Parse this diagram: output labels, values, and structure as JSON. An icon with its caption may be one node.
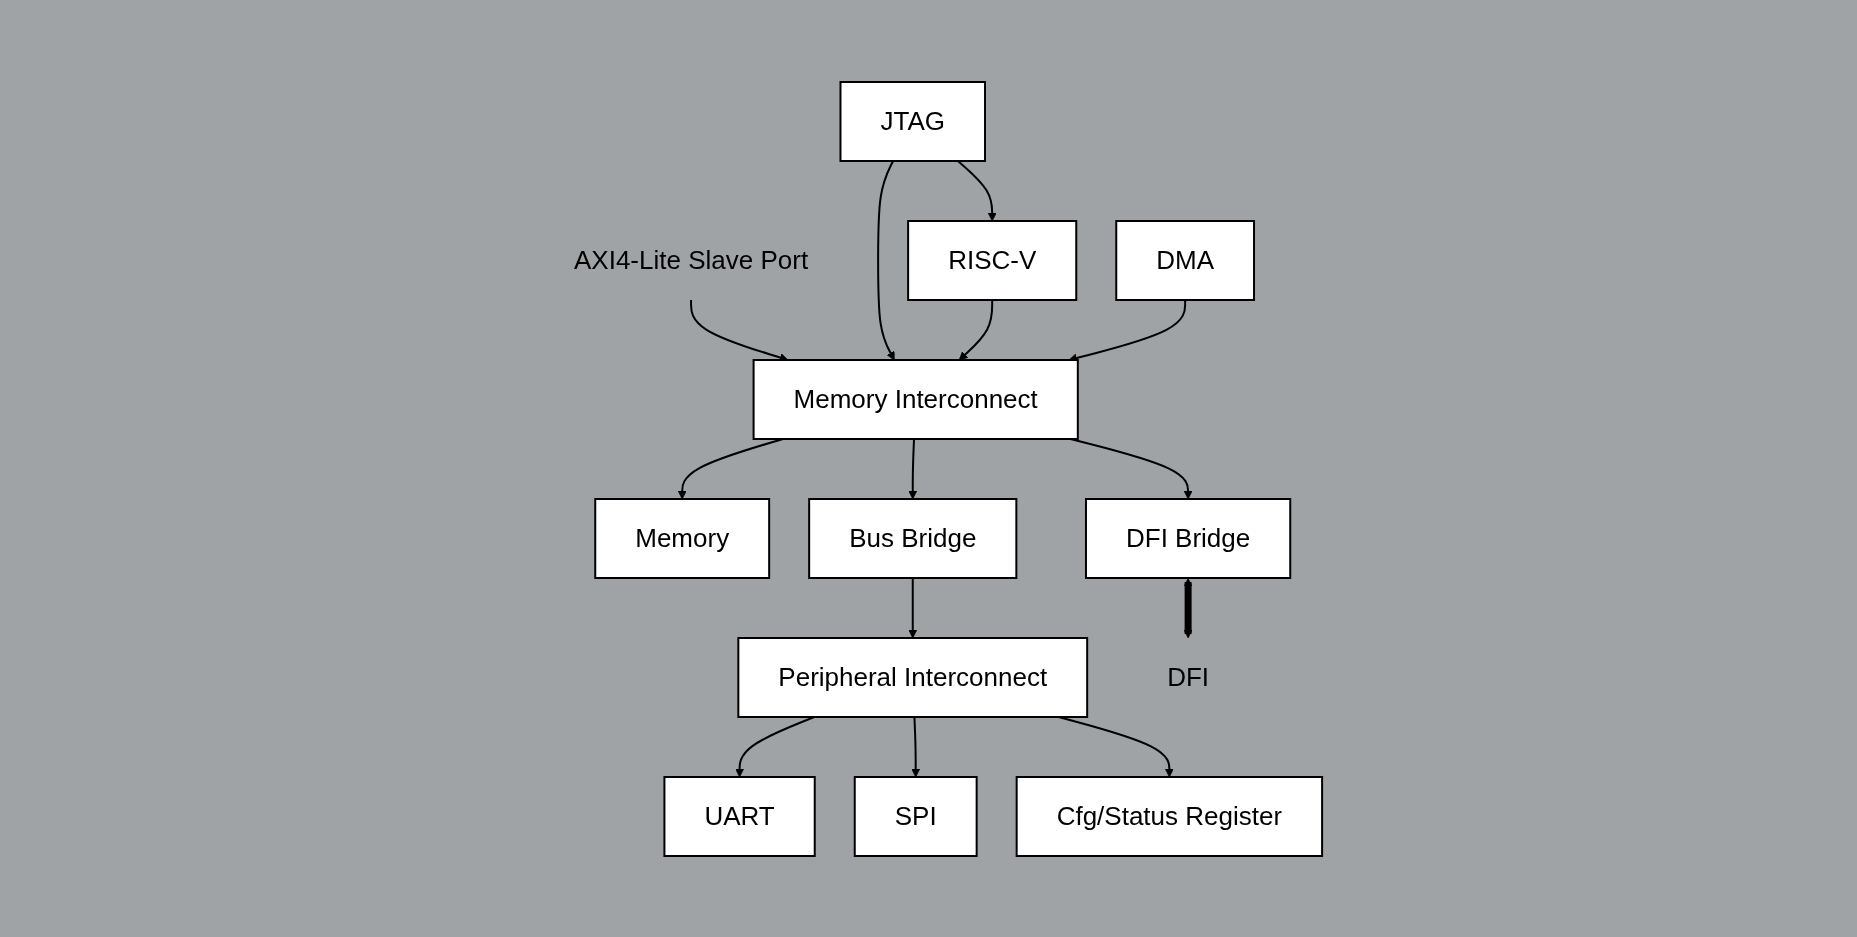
{
  "diagram": {
    "nodes": [
      {
        "text": [
          "AXI4-Lite Slave Port"
        ]
      },
      {
        "text": [
          "JTAG"
        ]
      },
      {
        "text": [
          "RISC-V"
        ]
      },
      {
        "text": [
          "DMA"
        ]
      },
      {
        "text": [
          "Memory Interconnect"
        ]
      },
      {
        "text": [
          "Memory"
        ]
      },
      {
        "text": [
          "Bus Bridge"
        ]
      },
      {
        "text": [
          "DFI Bridge"
        ]
      },
      {
        "text": [
          "Peripheral Interconnect"
        ]
      },
      {
        "text": [
          "UART"
        ]
      },
      {
        "text": [
          "SPI"
        ]
      },
      {
        "text": [
          "Cfg/Status Register"
        ]
      },
      {
        "text": [
          "DFI"
        ]
      }
    ],
    "edges": [
      {
        "from": 0,
        "to": 4,
        "arrow": "to"
      },
      {
        "from": 1,
        "to": 4,
        "arrow": "to"
      },
      {
        "from": 1,
        "to": 2,
        "arrow": "to"
      },
      {
        "from": 2,
        "to": 4,
        "arrow": "to"
      },
      {
        "from": 3,
        "to": 4,
        "arrow": "to"
      },
      {
        "from": 4,
        "to": 7,
        "arrow": "to"
      },
      {
        "from": 4,
        "to": 5,
        "arrow": "to"
      },
      {
        "from": 4,
        "to": 6,
        "arrow": "to"
      },
      {
        "from": 6,
        "to": 8,
        "arrow": "to"
      },
      {
        "from": 7,
        "to": 12,
        "arrow": "both",
        "style": "thick"
      },
      {
        "from": 8,
        "to": 9,
        "arrow": "to"
      },
      {
        "from": 8,
        "to": 10,
        "arrow": "to"
      },
      {
        "from": 8,
        "to": 11,
        "arrow": "to"
      }
    ]
  }
}
